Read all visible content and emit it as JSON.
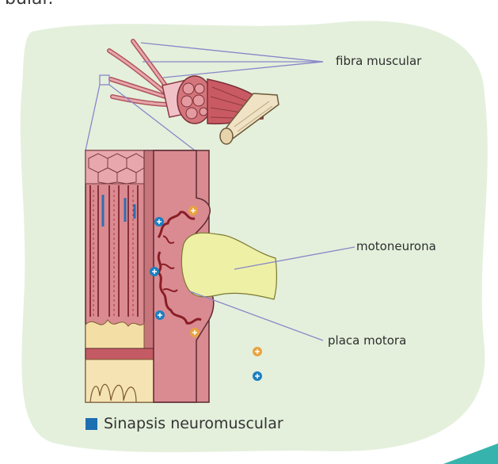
{
  "top_fragment": "bular.",
  "labels": {
    "fibra": "fibra muscular",
    "motoneurona": "motoneurona",
    "placa": "placa motora"
  },
  "caption": "Sinapsis neuromuscular",
  "colors": {
    "background": "#e4f0dc",
    "caption_square": "#1c6fb0",
    "leader_lines": "#8a86c8",
    "muscle": "#c9636d",
    "neuron": "#eef0a6",
    "teal_accent": "#36b3ac"
  }
}
